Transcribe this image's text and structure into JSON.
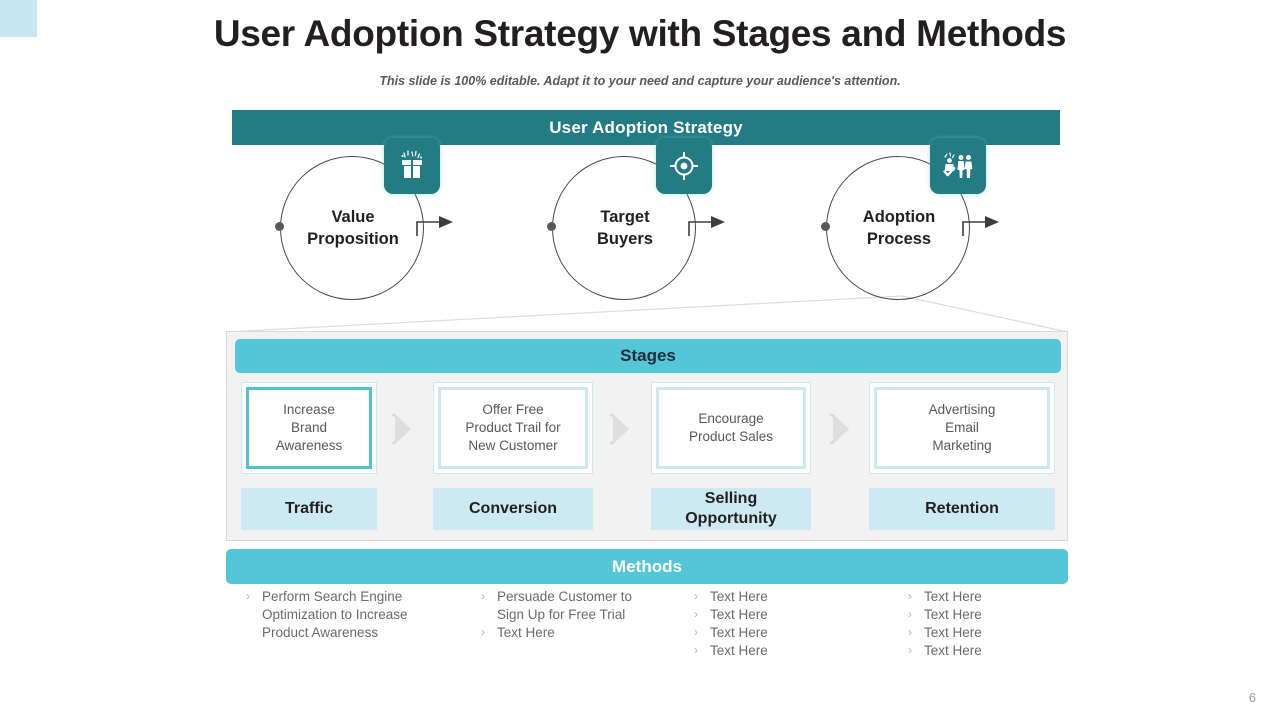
{
  "slide": {
    "title": "User Adoption Strategy with Stages and Methods",
    "subtitle": "This slide is 100% editable. Adapt it to your need and capture your audience's attention.",
    "page_number": "6"
  },
  "colors": {
    "dark_teal": "#237b83",
    "cyan": "#55c5d8",
    "light_blue": "#cdeaf2",
    "panel_grey": "#f2f2f2",
    "corner_square": "#c7e7f1"
  },
  "top_band": {
    "label": "User Adoption Strategy"
  },
  "circles": [
    {
      "label": "Value\nProposition",
      "icon": "gift-celebration-icon"
    },
    {
      "label": "Target\nBuyers",
      "icon": "target-crosshair-icon"
    },
    {
      "label": "Adoption\nProcess",
      "icon": "people-checkmark-icon"
    }
  ],
  "stages": {
    "header": "Stages",
    "items": [
      {
        "text": "Increase\nBrand\nAwareness",
        "chip": "Traffic",
        "active": true
      },
      {
        "text": "Offer Free\nProduct Trail for\nNew Customer",
        "chip": "Conversion",
        "active": false
      },
      {
        "text": "Encourage\nProduct Sales",
        "chip": "Selling\nOpportunity",
        "active": false
      },
      {
        "text": "Advertising\nEmail\nMarketing",
        "chip": "Retention",
        "active": false
      }
    ]
  },
  "methods": {
    "header": "Methods",
    "bullet_glyph": "›",
    "columns": [
      {
        "items": [
          "Perform Search Engine Optimization to Increase Product Awareness"
        ]
      },
      {
        "items": [
          "Persuade Customer to Sign Up for Free Trial",
          "Text Here"
        ]
      },
      {
        "items": [
          "Text Here",
          "Text Here",
          "Text Here",
          "Text Here"
        ]
      },
      {
        "items": [
          "Text Here",
          "Text Here",
          "Text Here",
          "Text Here"
        ]
      }
    ]
  }
}
